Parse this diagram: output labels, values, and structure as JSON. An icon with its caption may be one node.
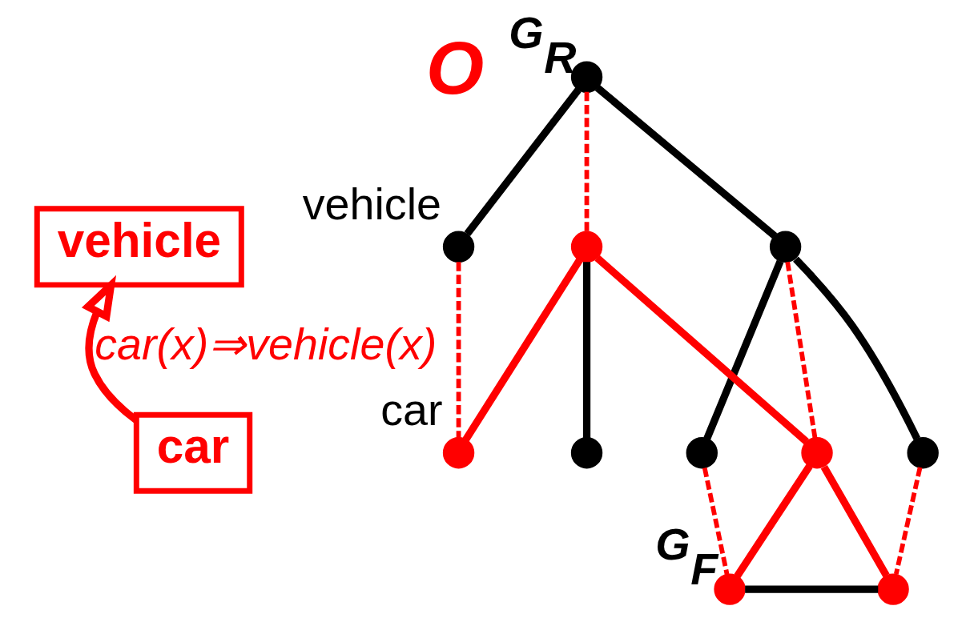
{
  "diagram": {
    "nodes": [
      {
        "text": [
          "vehicle"
        ]
      },
      {
        "text": [
          "car"
        ]
      },
      {
        "text": [],
        "shape": "circle",
        "beside": [
          "G$_{R}$"
        ]
      },
      {
        "text": [],
        "shape": "circle",
        "beside": [
          "vehicle"
        ]
      },
      {
        "text": [],
        "shape": "circle"
      },
      {
        "text": [],
        "shape": "circle"
      },
      {
        "text": [],
        "shape": "circle"
      },
      {
        "text": [],
        "shape": "circle"
      },
      {
        "text": [],
        "shape": "circle",
        "beside": [
          "car"
        ]
      },
      {
        "text": [],
        "shape": "circle"
      },
      {
        "text": [],
        "shape": "circle"
      },
      {
        "text": [],
        "shape": "circle",
        "beside": [
          "G$_{F}$"
        ]
      },
      {
        "text": [],
        "shape": "circle"
      }
    ],
    "edges": [
      {
        "from": 1,
        "to": 0,
        "arrow": "to",
        "label": "car(x)⇒vehicle(x)"
      },
      {
        "from": 2,
        "to": 3,
        "arrow": "none",
        "color": "#000000"
      },
      {
        "from": 2,
        "to": 4,
        "arrow": "none",
        "color": "#000000"
      },
      {
        "from": 4,
        "to": 5,
        "arrow": "none",
        "color": "#000000"
      },
      {
        "from": 4,
        "to": 6,
        "arrow": "none",
        "color": "#000000"
      },
      {
        "from": 2,
        "to": 7,
        "arrow": "none",
        "style": "dashed"
      },
      {
        "from": 3,
        "to": 8,
        "arrow": "none",
        "style": "dashed"
      },
      {
        "from": 4,
        "to": 10,
        "arrow": "none",
        "style": "dashed"
      },
      {
        "from": 5,
        "to": 11,
        "arrow": "none",
        "style": "dashed"
      },
      {
        "from": 6,
        "to": 12,
        "arrow": "none",
        "style": "dashed"
      },
      {
        "from": 7,
        "to": 8,
        "arrow": "none"
      },
      {
        "from": 7,
        "to": 9,
        "arrow": "none",
        "color": "#000000"
      },
      {
        "from": 7,
        "to": 10,
        "arrow": "none"
      },
      {
        "from": 10,
        "to": 11,
        "arrow": "none"
      },
      {
        "from": 10,
        "to": 12,
        "arrow": "none"
      },
      {
        "from": 11,
        "to": 12,
        "arrow": "none",
        "color": "#000000"
      }
    ],
    "labels": [
      "O"
    ]
  }
}
